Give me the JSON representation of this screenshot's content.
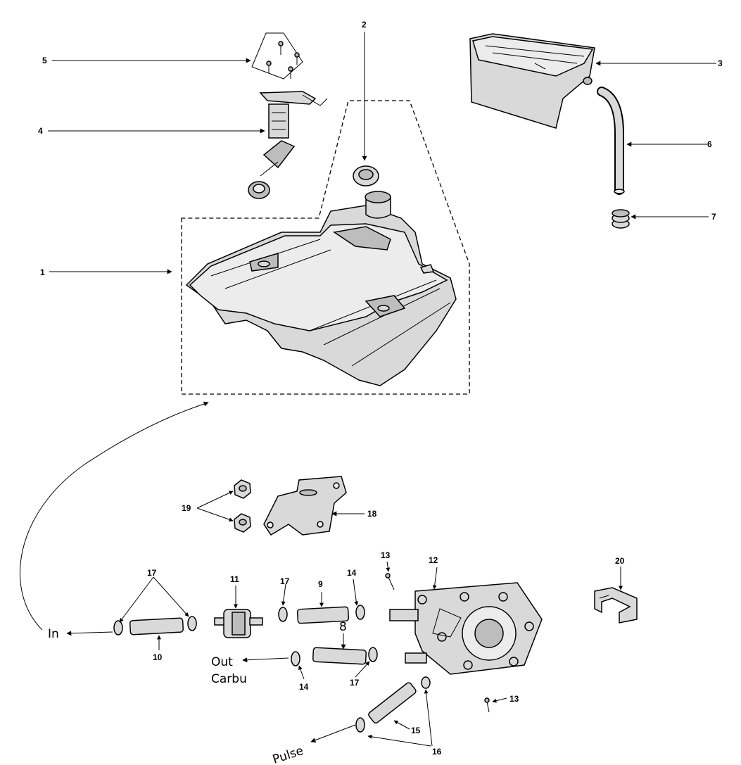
{
  "callouts": {
    "n1": "1",
    "n2": "2",
    "n3": "3",
    "n4": "4",
    "n5": "5",
    "n6": "6",
    "n7": "7",
    "n8": "8",
    "n9": "9",
    "n10": "10",
    "n11": "11",
    "n12": "12",
    "n13a": "13",
    "n13b": "13",
    "n14a": "14",
    "n14b": "14",
    "n15": "15",
    "n16": "16",
    "n17a": "17",
    "n17b": "17",
    "n17c": "17",
    "n18": "18",
    "n19": "19",
    "n20": "20"
  },
  "flow_labels": {
    "in": "In",
    "out": "Out",
    "carbu": "Carbu",
    "pulse": "Pulse"
  }
}
